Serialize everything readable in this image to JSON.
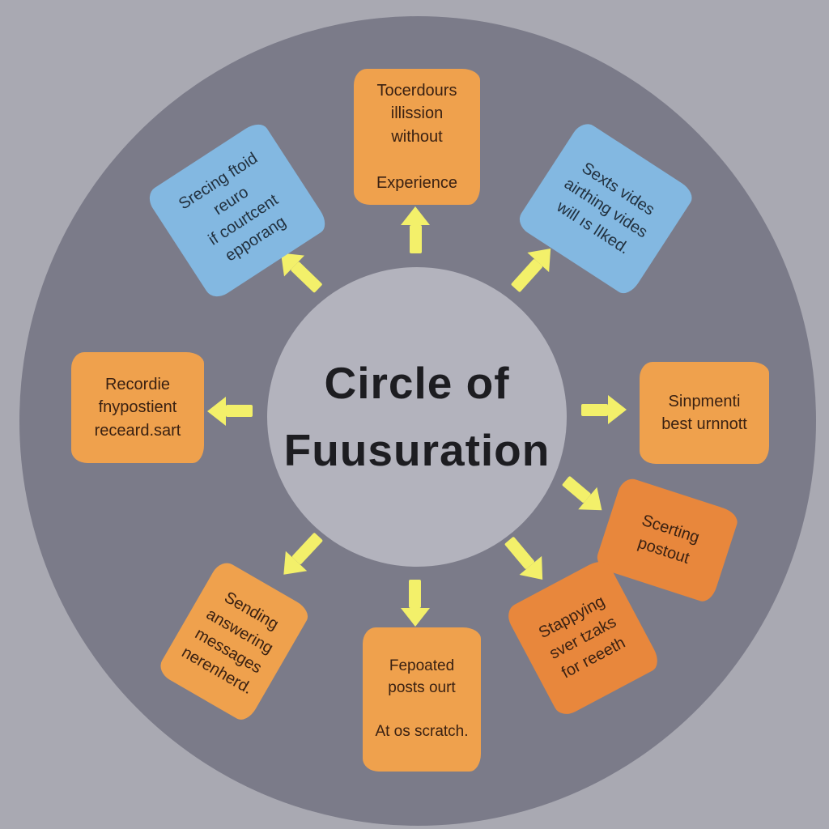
{
  "title": {
    "line1": "Circle of",
    "line2": "Fuusuration"
  },
  "notes": [
    {
      "position": "top",
      "color": "orange",
      "text": "Tocerdours\nillission\nwithout\n\nExperience"
    },
    {
      "position": "top-right",
      "color": "blue",
      "text": "Sexts vides\nairthing vides\nwill ıs lIked."
    },
    {
      "position": "right",
      "color": "orange",
      "text": "Sinpmenti\nbest urnnott"
    },
    {
      "position": "right-lower",
      "color": "orange-dark",
      "text": "Scerting\npostout"
    },
    {
      "position": "bottom-right",
      "color": "orange-dark",
      "text": "Stappying\nsver tzaks\nfor reeeth"
    },
    {
      "position": "bottom",
      "color": "orange",
      "text": "Fepoated\nposts ourt\n\nAt os scratch."
    },
    {
      "position": "bottom-left",
      "color": "orange",
      "text": "Sending\nanswering\nmessages\nnerenherd."
    },
    {
      "position": "left",
      "color": "orange",
      "text": "Recordie\nfnypostient\nreceard.sart"
    },
    {
      "position": "top-left",
      "color": "blue",
      "text": "Srecing ftoid\nreuro\nif courtcent\nepporang"
    }
  ],
  "icons": [
    "arrow-up-icon",
    "arrow-up-right-icon",
    "arrow-right-icon",
    "arrow-down-right-upper-icon",
    "arrow-down-right-lower-icon",
    "arrow-down-icon",
    "arrow-down-left-icon",
    "arrow-left-icon",
    "arrow-up-left-icon"
  ],
  "colors": {
    "background": "#a9a9b2",
    "ring": "#7b7b89",
    "center_circle": "#b3b3bd",
    "note_orange": "#efa14d",
    "note_orange_dark": "#e8873c",
    "note_blue": "#83b8e1",
    "arrow_yellow": "#f3f06a",
    "note_text": "#3a2112",
    "title_text": "#1d1d21"
  }
}
